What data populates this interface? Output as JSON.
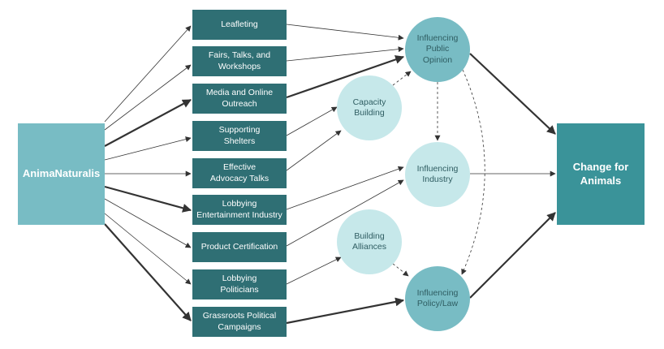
{
  "source": "AnimaNaturalis",
  "target": "Change for\nAnimals",
  "activities": [
    "Leafleting",
    "Fairs, Talks, and\nWorkshops",
    "Media and Online\nOutreach",
    "Supporting\nShelters",
    "Effective\nAdvocacy Talks",
    "Lobbying\nEntertainment Industry",
    "Product Certification",
    "Lobbying\nPoliticians",
    "Grassroots Political\nCampaigns"
  ],
  "mechanisms": {
    "capacity_building": "Capacity\nBuilding",
    "building_alliances": "Building\nAlliances"
  },
  "outcomes": {
    "public_opinion": "Influencing\nPublic\nOpinion",
    "industry": "Influencing\nIndustry",
    "policy": "Influencing\nPolicy/Law"
  },
  "colors": {
    "activity_box": "#2f6f74",
    "source_box": "#78bcc4",
    "target_box": "#3a9399",
    "outcome_circle": "#78bcc4",
    "mechanism_circle": "#c6e8ea",
    "arrow": "#333333"
  }
}
